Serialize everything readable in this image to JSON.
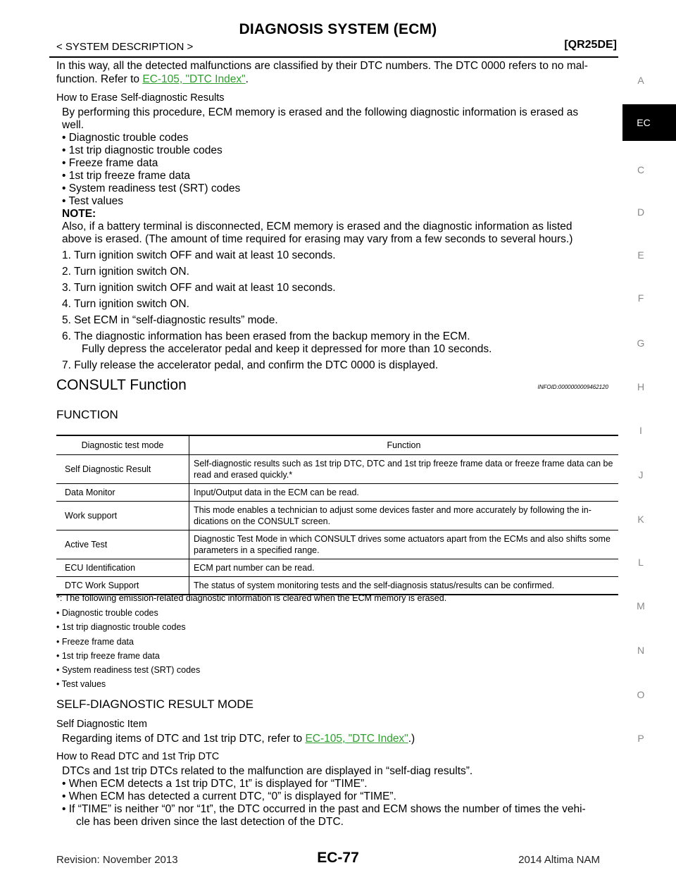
{
  "header": {
    "title": "DIAGNOSIS SYSTEM (ECM)",
    "section": "< SYSTEM DESCRIPTION >",
    "engine": "[QR25DE]"
  },
  "intro": {
    "line1": "In this way, all the detected malfunctions are classified by their DTC numbers. The DTC 0000 refers to no mal-",
    "line2_pre": "function. Refer to ",
    "link": "EC-105, \"DTC Index\"",
    "line2_post": "."
  },
  "erase": {
    "heading": "How to Erase Self-diagnostic Results",
    "body1": "By performing this procedure, ECM memory is erased and the following diagnostic information is erased as",
    "body2": "well.",
    "items": [
      "• Diagnostic trouble codes",
      "• 1st trip diagnostic trouble codes",
      "• Freeze frame data",
      "• 1st trip freeze frame data",
      "• System readiness test (SRT) codes",
      "• Test values"
    ],
    "note_label": "NOTE:",
    "note1": "Also, if a battery terminal is disconnected, ECM memory is erased and the diagnostic information as listed",
    "note2": "above is erased. (The amount of time required for erasing may vary from a few seconds to several hours.)",
    "steps": [
      "1. Turn ignition switch OFF and wait at least 10 seconds.",
      "2. Turn ignition switch ON.",
      "3. Turn ignition switch OFF and wait at least 10 seconds.",
      "4. Turn ignition switch ON.",
      "5. Set ECM in “self-diagnostic results” mode.",
      "6. The diagnostic information has been erased from the backup memory in the ECM.",
      "7. Fully release the accelerator pedal, and confirm the DTC 0000 is displayed."
    ],
    "step6_cont": "Fully depress the accelerator pedal and keep it depressed for more than 10 seconds."
  },
  "consult": {
    "title": "CONSULT Function",
    "infoid": "INFOID:0000000009462120",
    "function_heading": "FUNCTION"
  },
  "table": {
    "col1": "Diagnostic test mode",
    "col2": "Function",
    "rows": [
      {
        "mode": "Self Diagnostic Result",
        "func": "Self-diagnostic results such as 1st trip DTC, DTC and 1st trip freeze frame data or freeze frame data can be read and erased quickly.*"
      },
      {
        "mode": "Data Monitor",
        "func": "Input/Output data in the ECM can be read."
      },
      {
        "mode": "Work support",
        "func": "This mode enables a technician to adjust some devices faster and more accurately by following the in- dications on the CONSULT screen."
      },
      {
        "mode": "Active Test",
        "func": "Diagnostic Test Mode in which CONSULT drives some actuators apart from the ECMs and also shifts some parameters in a specified range."
      },
      {
        "mode": "ECU Identification",
        "func": "ECM part number can be read."
      },
      {
        "mode": "DTC Work Support",
        "func": "The status of system monitoring tests and the self-diagnosis status/results can be confirmed."
      }
    ]
  },
  "footnote": {
    "text": "*: The following emission-related diagnostic information is cleared when the ECM memory is erased.",
    "items": [
      "• Diagnostic trouble codes",
      "• 1st trip diagnostic trouble codes",
      "• Freeze frame data",
      "• 1st trip freeze frame data",
      "• System readiness test (SRT) codes",
      "• Test values"
    ]
  },
  "sdr": {
    "title": "SELF-DIAGNOSTIC RESULT MODE",
    "item_heading": "Self Diagnostic Item",
    "item_pre": "Regarding items of DTC and 1st trip DTC, refer to ",
    "item_link": "EC-105, \"DTC Index\"",
    "item_post": ".)",
    "read_heading": "How to Read DTC and 1st Trip DTC",
    "read_body": "DTCs and 1st trip DTCs related to the malfunction are displayed in “self-diag results”.",
    "read_items": [
      "• When ECM detects a 1st trip DTC, 1t” is displayed for “TIME”.",
      "• When ECM has detected a current DTC, “0” is displayed for “TIME”.",
      "• If “TIME” is neither “0” nor “1t”, the DTC occurred in the past and ECM shows the number of times the vehi-"
    ],
    "read_last_cont": "cle has been driven since the last detection of the DTC."
  },
  "side_tabs": [
    "A",
    "EC",
    "C",
    "D",
    "E",
    "F",
    "G",
    "H",
    "I",
    "J",
    "K",
    "L",
    "M",
    "N",
    "O",
    "P"
  ],
  "footer": {
    "revision": "Revision: November 2013",
    "page": "EC-77",
    "model": "2014 Altima NAM"
  },
  "colors": {
    "link": "#2e9e2e",
    "side_tab": "#888888",
    "active_tab": "#000000"
  }
}
